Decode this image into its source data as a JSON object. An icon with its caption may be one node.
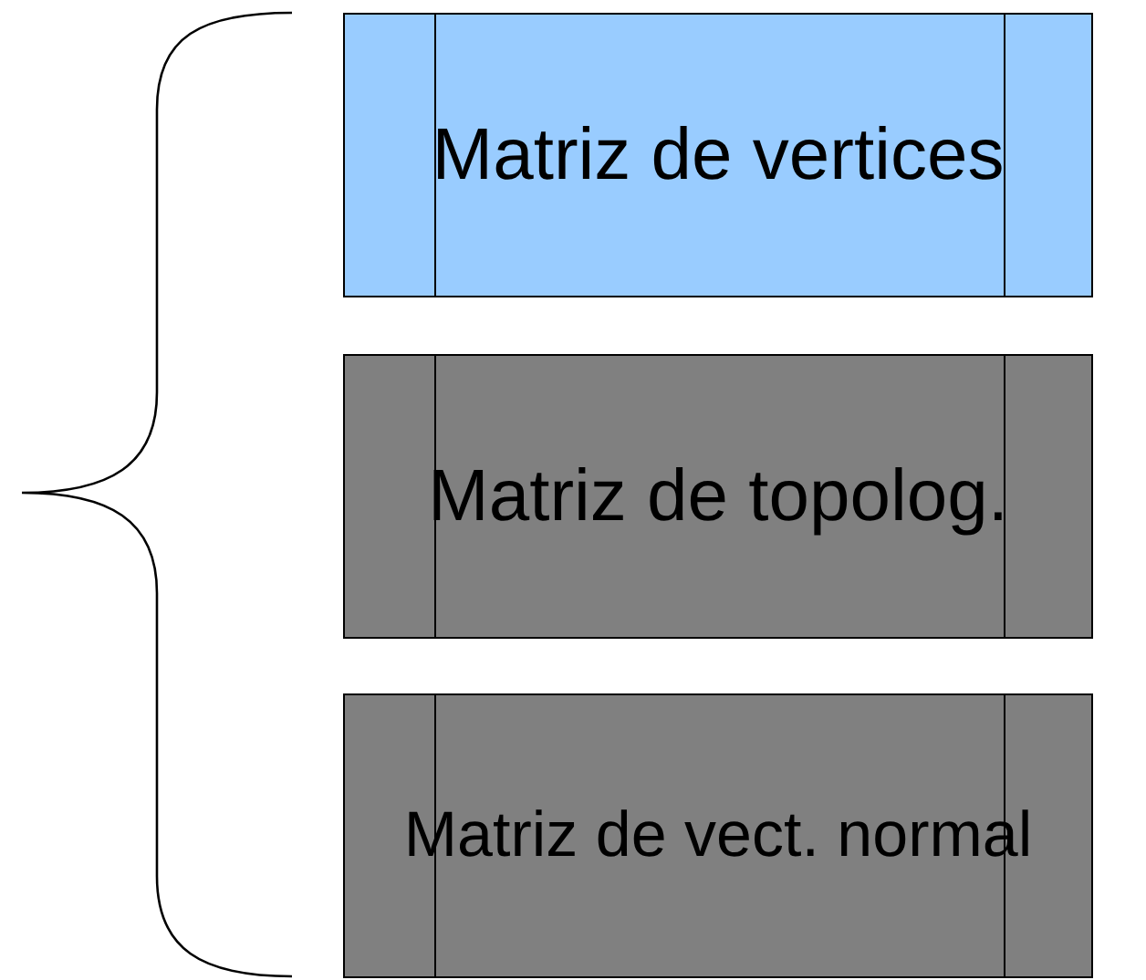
{
  "diagram": {
    "nodes": [
      {
        "text": [
          "Matriz de vertices"
        ]
      },
      {
        "text": [
          "Matriz de topolog."
        ]
      },
      {
        "text": [
          "Matriz de vect. normal"
        ]
      }
    ]
  }
}
